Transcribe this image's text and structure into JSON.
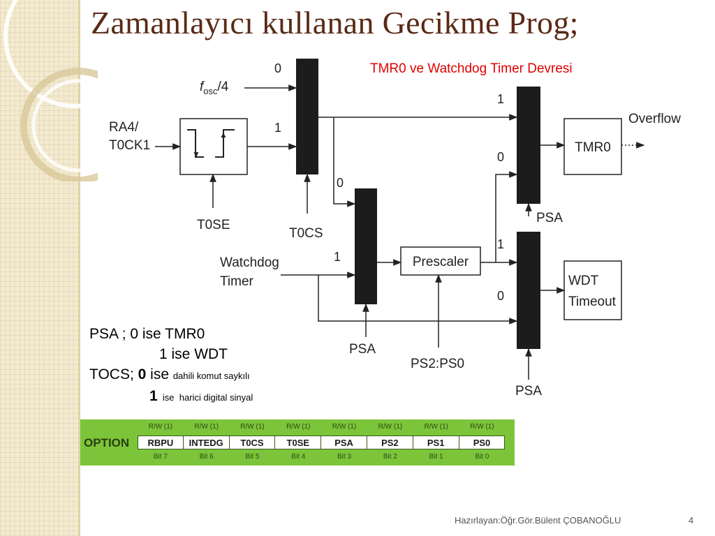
{
  "slide": {
    "title": "Zamanlayıcı kullanan Gecikme Prog;",
    "subtitle": "TMR0 ve Watchdog Timer Devresi",
    "colors": {
      "title": "#5a2a16",
      "subtitle": "#e00000",
      "option_bg": "#7cc43a",
      "mux": "#1c1c1c"
    }
  },
  "diagram": {
    "fosc_base": "f",
    "fosc_sub": "osc",
    "fosc_tail": "/4",
    "ra4_line1": "RA4/",
    "ra4_line2": "T0CK1",
    "t0se": "T0SE",
    "t0cs": "T0CS",
    "watchdog_line1": "Watchdog",
    "watchdog_line2": "Timer",
    "prescaler": "Prescaler",
    "ps_select": "PS2:PS0",
    "psa_mux2": "PSA",
    "psa_mux3": "PSA",
    "psa_mux4": "PSA",
    "tmr0": "TMR0",
    "overflow": "Overflow",
    "wdt_line1": "WDT",
    "wdt_line2": "Timeout",
    "mux1_in0": "0",
    "mux1_in1": "1",
    "mux2_in0": "0",
    "mux2_in1": "1",
    "mux3_in1": "1",
    "mux3_in0": "0",
    "mux4_in1": "1",
    "mux4_in0": "0"
  },
  "explanation": {
    "psa_line1": "PSA  ;  0 ise  TMR0",
    "psa_line2": "1 ise WDT",
    "tocs_prefix": "TOCS; ",
    "tocs_bit0": "0",
    "tocs_ise": " ise ",
    "tocs_desc0": "dahili komut saykılı",
    "tocs_bit1": "1",
    "tocs_ise2": "  ise  ",
    "tocs_desc1": "harici digital sinyal"
  },
  "option_register": {
    "label": "OPTION",
    "access": [
      "R/W (1)",
      "R/W (1)",
      "R/W (1)",
      "R/W (1)",
      "R/W (1)",
      "R/W (1)",
      "R/W (1)",
      "R/W (1)"
    ],
    "bits": [
      "RBPU",
      "INTEDG",
      "T0CS",
      "T0SE",
      "PSA",
      "PS2",
      "PS1",
      "PS0"
    ],
    "bit_numbers": [
      "Bit 7",
      "Bit 6",
      "Bit 5",
      "Bit 4",
      "Bit 3",
      "Bit 2",
      "Bit 1",
      "Bit 0"
    ]
  },
  "footer": {
    "author": "Hazırlayan:Öğr.Gör.Bülent ÇOBANOĞLU",
    "page": "4"
  }
}
